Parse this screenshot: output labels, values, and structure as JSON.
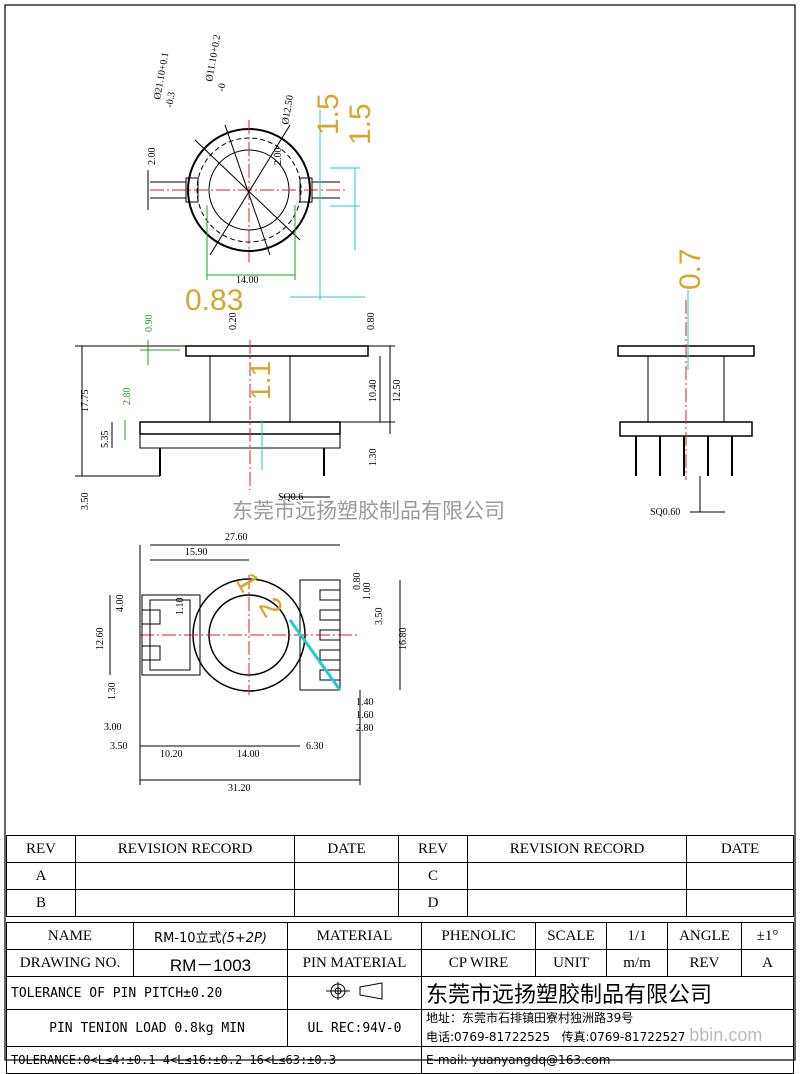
{
  "watermark": "东莞市远扬塑胶制品有限公司",
  "watermark_url": "bbin.com",
  "top_view": {
    "dia_outer": "Ø21.10+0.1",
    "dia_outer_tol": "-0.3",
    "dia_inner": "Ø11.10+0.2",
    "dia_inner_tol": "-0",
    "dia_mid": "Ø12.50",
    "slot_left": "2.00",
    "slot_right": "2.00",
    "width": "14.00",
    "big_15a": "1.5",
    "big_15b": "1.5",
    "big_083": "0.83"
  },
  "front_view": {
    "d090": "0.90",
    "d020": "0.20",
    "d080": "0.80",
    "d1775": "17.75",
    "d280": "2.80",
    "d535": "5.35",
    "d1040": "10.40",
    "d1250": "12.50",
    "d130": "1.30",
    "d350": "3.50",
    "sq": "SQ0.6",
    "big_11": "1.1"
  },
  "side_view": {
    "big_07": "0.7",
    "sq": "SQ0.60"
  },
  "bottom_view": {
    "d2760": "27.60",
    "d1590": "15.90",
    "d400": "4.00",
    "d110": "1.10",
    "d1260": "12.60",
    "d130": "1.30",
    "d300": "3.00",
    "d350": "3.50",
    "d1020": "10.20",
    "d1400": "14.00",
    "d630": "6.30",
    "d3120": "31.20",
    "d080": "0.80",
    "d100": "1.00",
    "d350b": "3.50",
    "d1680": "16.80",
    "d140": "1.40",
    "d160": "1.60",
    "d280": "2.80",
    "big_1": "1",
    "big_2": "2"
  },
  "revision": {
    "h_rev": "REV",
    "h_record": "REVISION RECORD",
    "h_date": "DATE",
    "row_a": "A",
    "row_b": "B",
    "row_c": "C",
    "row_d": "D"
  },
  "title_block": {
    "name_label": "NAME",
    "name_value": "RM-10立式",
    "name_value_em": "(5+2P)",
    "material_label": "MATERIAL",
    "material_value": "PHENOLIC",
    "scale_label": "SCALE",
    "scale_value": "1/1",
    "angle_label": "ANGLE",
    "angle_value": "±1°",
    "drawing_no_label": "DRAWING NO.",
    "drawing_no_value": "RM－1003",
    "pin_material_label": "PIN MATERIAL",
    "pin_material_value": "CP WIRE",
    "unit_label": "UNIT",
    "unit_value": "m/m",
    "rev_label": "REV",
    "rev_value": "A",
    "tol_pitch": "TOLERANCE OF PIN PITCH±0.20",
    "company": "东莞市远扬塑胶制品有限公司",
    "pin_load": "PIN TENION LOAD 0.8kg MIN",
    "ul": "UL REC:94V-0",
    "address": "地址：东莞市石排镇田寮村独洲路39号",
    "tel": "电话:0769-81722525",
    "fax": "传真:0769-81722527",
    "tolerance": "TOLERANCE:0<L≤4:±0.1  4<L≤16:±0.2  16<L≤63:±0.3",
    "email": "E-mail: yuanyangdq@163.com"
  }
}
